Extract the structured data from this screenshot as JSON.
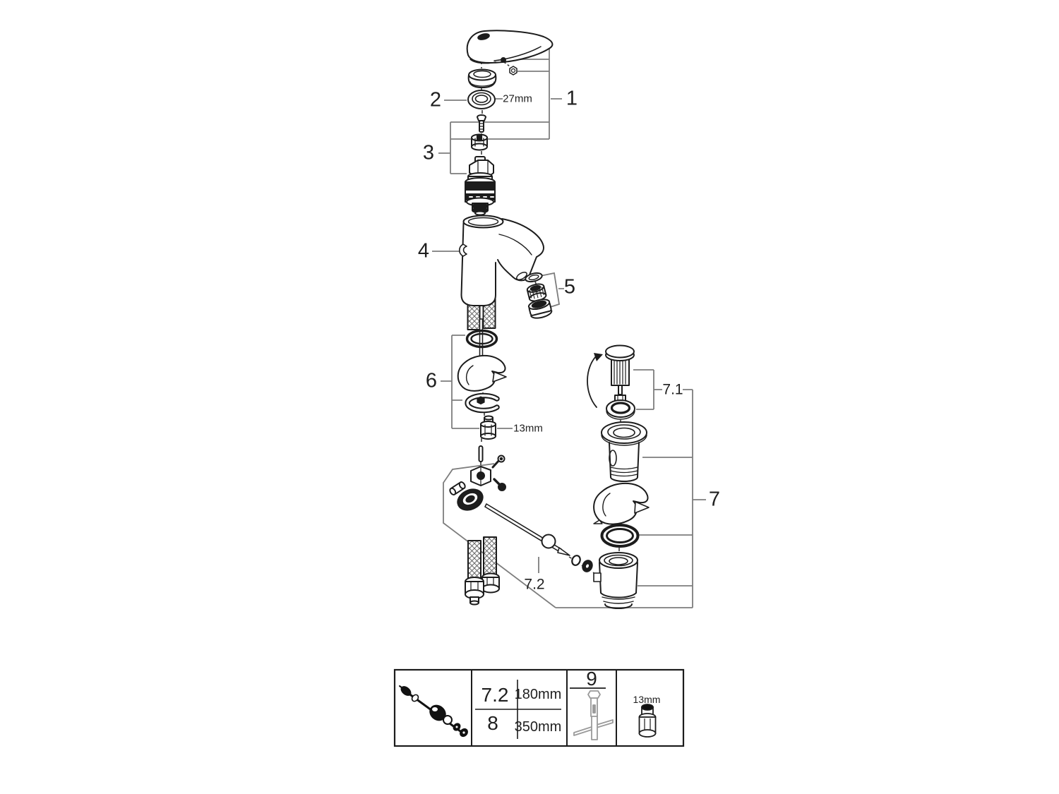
{
  "diagram": {
    "background": "#ffffff",
    "ink": "#1c1c1c",
    "bracket_color": "#7d7d7d",
    "callouts": {
      "n1": "1",
      "n2": "2",
      "n3": "3",
      "n4": "4",
      "n5": "5",
      "n6": "6",
      "n7": "7",
      "n7_1": "7.1",
      "n7_2": "7.2"
    },
    "dimensions": {
      "cap_ring": "27mm",
      "mounting_nut": "13mm"
    }
  },
  "legend": {
    "row1": {
      "ref": "7.2",
      "length": "180mm"
    },
    "row2": {
      "ref": "8",
      "length": "350mm"
    },
    "tool_ref": "9",
    "socket_size": "13mm"
  }
}
